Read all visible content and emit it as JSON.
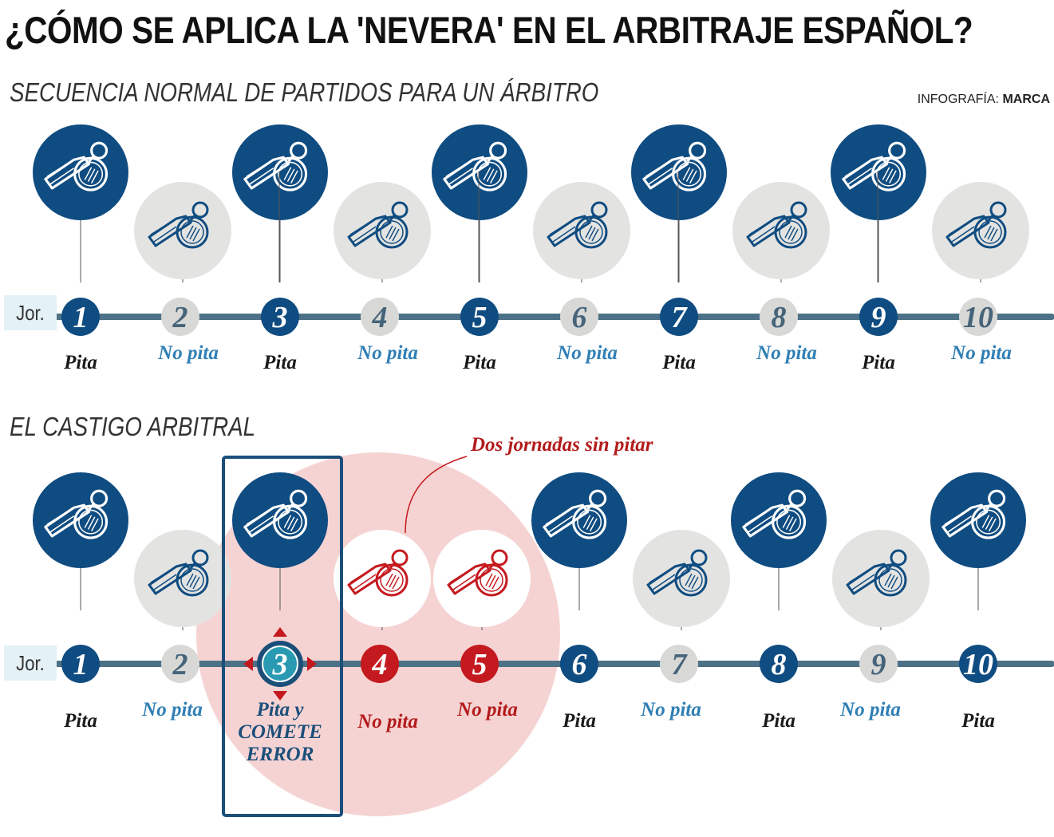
{
  "title": "¿CÓMO SE APLICA LA 'NEVERA' EN EL ARBITRAJE ESPAÑOL?",
  "credit": {
    "prefix": "INFOGRAFÍA:",
    "brand": "MARCA"
  },
  "section1": {
    "heading": "SECUENCIA NORMAL DE PARTIDOS PARA UN ÁRBITRO",
    "axis_label": "Jor.",
    "rounds": [
      {
        "n": "1",
        "label": "Pita",
        "state": "pita"
      },
      {
        "n": "2",
        "label": "No pita",
        "state": "nopita"
      },
      {
        "n": "3",
        "label": "Pita",
        "state": "pita"
      },
      {
        "n": "4",
        "label": "No pita",
        "state": "nopita"
      },
      {
        "n": "5",
        "label": "Pita",
        "state": "pita"
      },
      {
        "n": "6",
        "label": "No pita",
        "state": "nopita"
      },
      {
        "n": "7",
        "label": "Pita",
        "state": "pita"
      },
      {
        "n": "8",
        "label": "No pita",
        "state": "nopita"
      },
      {
        "n": "9",
        "label": "Pita",
        "state": "pita"
      },
      {
        "n": "10",
        "label": "No pita",
        "state": "nopita"
      }
    ]
  },
  "section2": {
    "heading": "EL CASTIGO ARBITRAL",
    "axis_label": "Jor.",
    "note": "Dos jornadas sin pitar",
    "rounds": [
      {
        "n": "1",
        "label": "Pita",
        "state": "pita"
      },
      {
        "n": "2",
        "label": "No pita",
        "state": "nopita"
      },
      {
        "n": "3",
        "label": "Pita y\nCOMETE\nERROR",
        "state": "error"
      },
      {
        "n": "4",
        "label": "No pita",
        "state": "castigo"
      },
      {
        "n": "5",
        "label": "No pita",
        "state": "castigo"
      },
      {
        "n": "6",
        "label": "Pita",
        "state": "pita"
      },
      {
        "n": "7",
        "label": "No pita",
        "state": "nopita"
      },
      {
        "n": "8",
        "label": "Pita",
        "state": "pita"
      },
      {
        "n": "9",
        "label": "No pita",
        "state": "nopita"
      },
      {
        "n": "10",
        "label": "Pita",
        "state": "pita"
      }
    ]
  },
  "colors": {
    "navy": "#0f4c81",
    "grey_circle": "#e3e3e1",
    "red": "#c41a1f",
    "pink": "#f6d3d3",
    "axis": "#4d7186",
    "highlight": "#2a9ab3"
  },
  "icons": {
    "whistle": "whistle-icon",
    "arrows": "arrows-icon"
  }
}
